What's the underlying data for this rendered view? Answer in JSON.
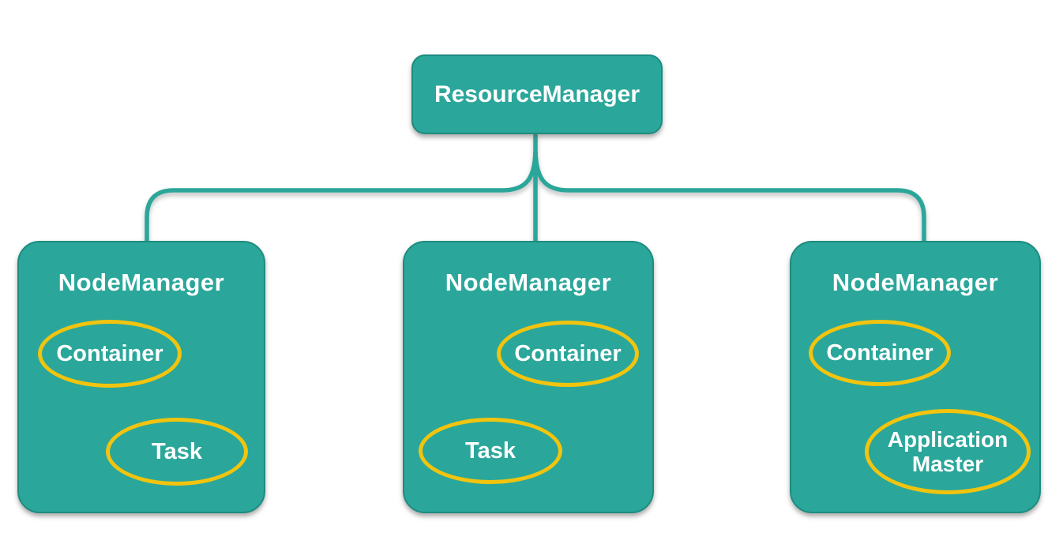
{
  "colors": {
    "node_fill": "#2AA79A",
    "node_border": "#1D8C80",
    "ellipse_stroke": "#F2C40E",
    "text": "#FFFFFF",
    "background": "#FFFFFF"
  },
  "diagram": {
    "root": {
      "label": "ResourceManager"
    },
    "nodes": [
      {
        "label": "NodeManager",
        "children": [
          {
            "label": "Container"
          },
          {
            "label": "Task"
          }
        ]
      },
      {
        "label": "NodeManager",
        "children": [
          {
            "label": "Container"
          },
          {
            "label": "Task"
          }
        ]
      },
      {
        "label": "NodeManager",
        "children": [
          {
            "label": "Container"
          },
          {
            "label": "Application Master"
          }
        ]
      }
    ]
  }
}
